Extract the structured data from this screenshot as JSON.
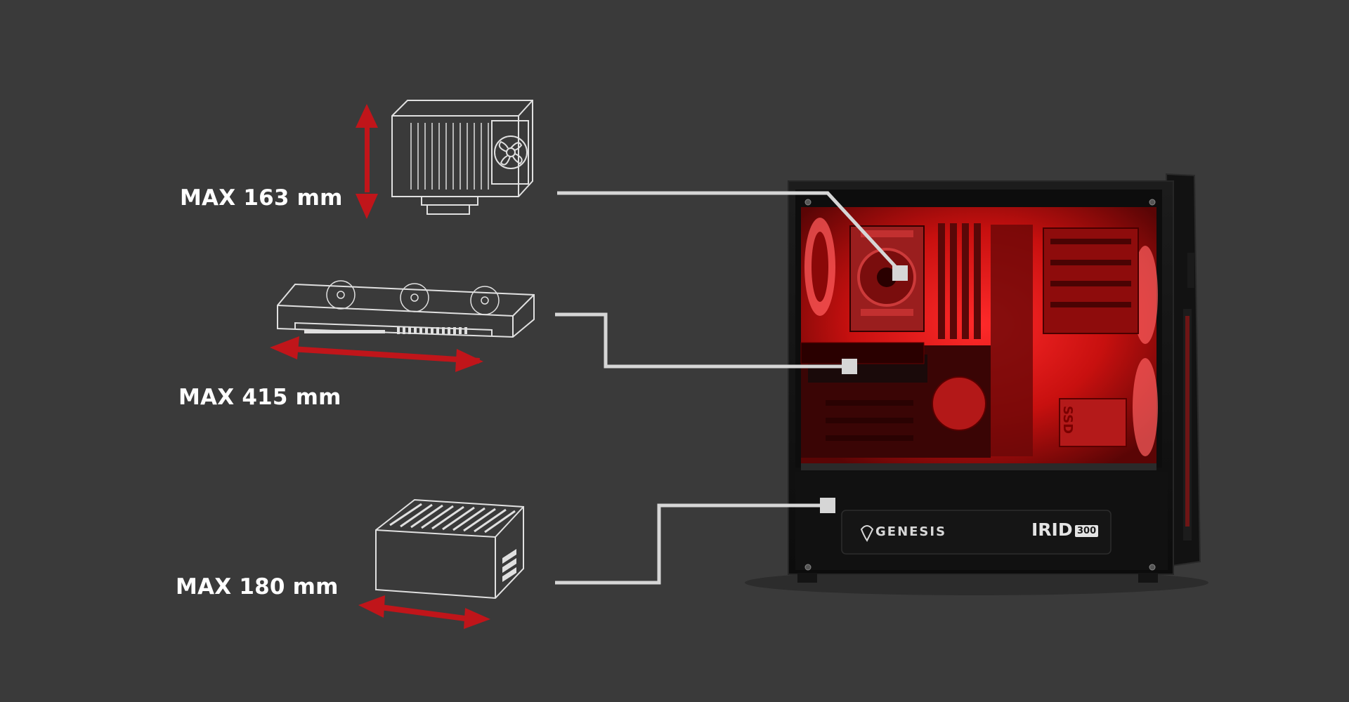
{
  "specs": {
    "cooler": {
      "label": "MAX 163 mm"
    },
    "gpu": {
      "label": "MAX 415 mm"
    },
    "psu": {
      "label": "MAX 180 mm"
    }
  },
  "case": {
    "brand": "GENESIS",
    "model": "IRID",
    "model_number": "300",
    "ssd_text": "SSD"
  },
  "colors": {
    "background": "#3a3a3a",
    "accent_red": "#c0151a",
    "line_color": "#d6d6d6",
    "outline": "#e0e0e0"
  }
}
